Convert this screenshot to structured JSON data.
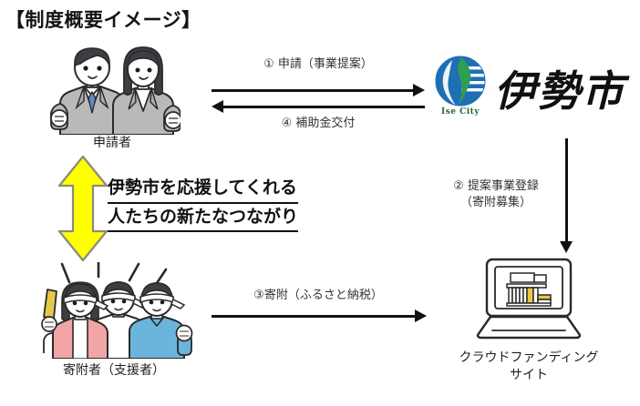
{
  "page": {
    "title": "【制度概要イメージ】",
    "background_color": "#ffffff"
  },
  "colors": {
    "arrow": "#111111",
    "highlight_arrow": "#FFFF00",
    "highlight_arrow_outline": "#8a8a7a",
    "suit_gray": "#b9b9b9",
    "tie_blue": "#5b8fc7",
    "hair_dark": "#3d3d44",
    "skin": "#ffffff",
    "supporter_pink": "#f2a5a5",
    "supporter_blue": "#6bb5dc",
    "megaphone_gold": "#e8c84a",
    "logo_blue": "#1f6fb5",
    "logo_green": "#2e9e52",
    "logo_text_green": "#20683a",
    "book_gold": "#e8c84a",
    "outline": "#2a2a2a"
  },
  "nodes": {
    "applicant": {
      "label": "申請者",
      "icon": "two-business-people-icon"
    },
    "city": {
      "wordmark": "伊勢市",
      "logo_en": "Ise City",
      "icon": "ise-city-logo-icon"
    },
    "donors": {
      "label": "寄附者（支援者）",
      "icon": "three-supporters-icon"
    },
    "crowdfunding": {
      "label_line1": "クラウドファンディング",
      "label_line2": "サイト",
      "icon": "laptop-icon"
    }
  },
  "flows": {
    "apply": {
      "label": "① 申請（事業提案）",
      "direction": "right"
    },
    "subsidy": {
      "label": "④ 補助金交付",
      "direction": "left"
    },
    "register": {
      "label_line1": "② 提案事業登録",
      "label_line2": "（寄附募集）",
      "direction": "down"
    },
    "donate": {
      "label": "③寄附（ふるさと納税）",
      "direction": "right"
    },
    "connection": {
      "line1": "伊勢市を応援してくれる",
      "line2": "人たちの新たなつながり",
      "arrow": "vertical-double-arrow"
    }
  }
}
